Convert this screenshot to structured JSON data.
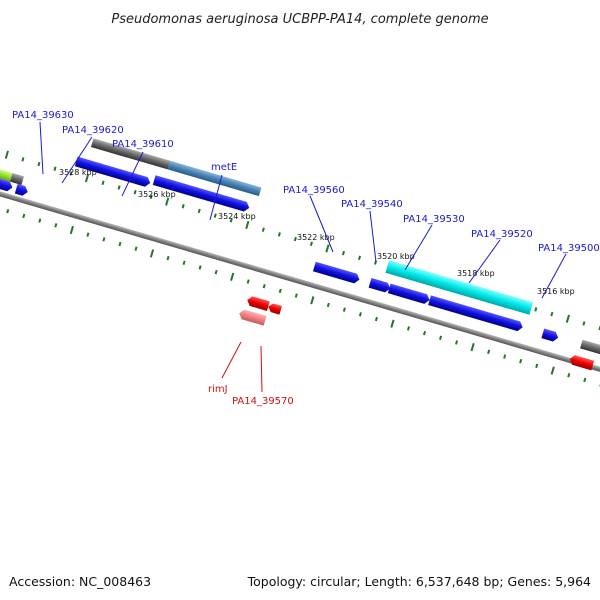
{
  "title": "Pseudomonas aeruginosa UCBPP-PA14, complete genome",
  "footer": {
    "accession": "Accession: NC_008463",
    "summary": "Topology: circular; Length: 6,537,648 bp; Genes: 5,964"
  },
  "colors": {
    "forward_gene": "#1010e0",
    "reverse_gene": "#ee0000",
    "reverse_gene_pale": "#f08080",
    "highlight_cyan": "#00e0e0",
    "highlight_steel": "#4682b4",
    "highlight_lime": "#99e033",
    "pseudo_gray": "#666666",
    "tick_green": "#1f7a1f",
    "backbone": "#808080"
  },
  "scale_labels": [
    "3528 kbp",
    "3526 kbp",
    "3524 kbp",
    "3522 kbp",
    "3520 kbp",
    "3518 kbp",
    "3516 kbp"
  ],
  "forward_gene_labels": [
    "PA14_39630",
    "PA14_39620",
    "PA14_39610",
    "metE",
    "PA14_39560",
    "PA14_39540",
    "PA14_39530",
    "PA14_39520",
    "PA14_39500"
  ],
  "reverse_gene_labels": [
    "rimJ",
    "PA14_39570"
  ]
}
